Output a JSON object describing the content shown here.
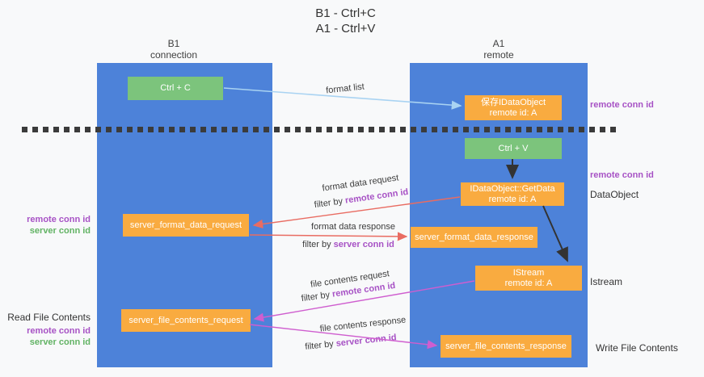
{
  "title": {
    "line1": "B1 - Ctrl+C",
    "line2": "A1 - Ctrl+V"
  },
  "lanes": {
    "b1": {
      "name": "B1",
      "subtitle": "connection"
    },
    "a1": {
      "name": "A1",
      "subtitle": "remote"
    }
  },
  "boxes": {
    "ctrl_c": {
      "label": "Ctrl + C"
    },
    "save_idataobject": {
      "line1": "保存IDataObject",
      "line2": "remote id: A"
    },
    "ctrl_v": {
      "label": "Ctrl + V"
    },
    "getdata": {
      "line1": "IDataObject::GetData",
      "line2": "remote id: A"
    },
    "format_request": {
      "label": "server_format_data_request"
    },
    "format_response": {
      "label": "server_format_data_response"
    },
    "istream": {
      "line1": "IStream",
      "line2": "remote id: A"
    },
    "file_request": {
      "label": "server_file_contents_request"
    },
    "file_response": {
      "label": "server_file_contents_response"
    }
  },
  "flow_labels": {
    "format_list": "format list",
    "format_data_request": "format data request",
    "format_data_response": "format data response",
    "file_contents_request": "file contents request",
    "file_contents_response": "file contents response",
    "filter_prefix": "filter by ",
    "remote_conn_id": "remote conn id",
    "server_conn_id": "server conn id"
  },
  "side_labels": {
    "right_remote_conn_id_top": "remote conn id",
    "right_remote_conn_id_mid": "remote conn id",
    "right_dataobject": "DataObject",
    "right_istream": "Istream",
    "right_write_file_contents": "Write File Contents",
    "left_remote_conn_id_top": "remote conn id",
    "left_server_conn_id_top": "server conn id",
    "left_read_file_contents": "Read File Contents",
    "left_remote_conn_id_bottom": "remote conn id",
    "left_server_conn_id_bottom": "server conn id"
  },
  "colors": {
    "lane_blue": "#4d82d9",
    "box_green": "#7cc47c",
    "box_orange": "#f9ab40",
    "purple_text": "#a752c5",
    "green_text": "#62b364",
    "arrow_blue": "#a9d3f2",
    "arrow_red": "#e96c62",
    "arrow_magenta": "#cf5ecf",
    "arrow_black": "#333333",
    "background": "#f8f9fa"
  }
}
